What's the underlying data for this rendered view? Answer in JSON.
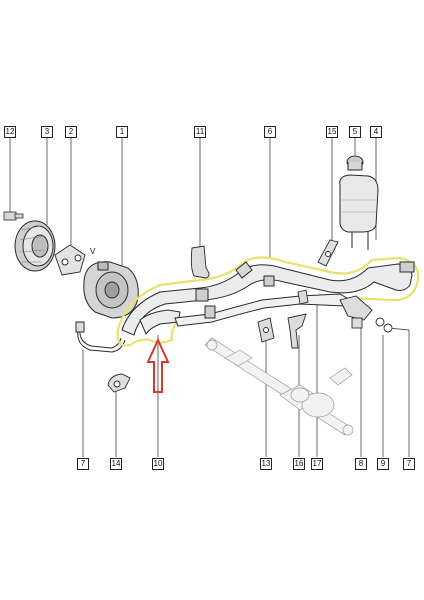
{
  "top_callouts": [
    {
      "id": "c12",
      "text": "12"
    },
    {
      "id": "c3",
      "text": "3"
    },
    {
      "id": "c2",
      "text": "2"
    },
    {
      "id": "c1",
      "text": "1"
    },
    {
      "id": "c11",
      "text": "11"
    },
    {
      "id": "c6",
      "text": "6"
    },
    {
      "id": "c15",
      "text": "15"
    },
    {
      "id": "c5",
      "text": "5"
    },
    {
      "id": "c4",
      "text": "4"
    }
  ],
  "bottom_callouts": [
    {
      "id": "b7a",
      "text": "7"
    },
    {
      "id": "b14",
      "text": "14"
    },
    {
      "id": "b10",
      "text": "10"
    },
    {
      "id": "b13",
      "text": "13"
    },
    {
      "id": "b16",
      "text": "16"
    },
    {
      "id": "b17",
      "text": "17"
    },
    {
      "id": "b8",
      "text": "8"
    },
    {
      "id": "b9",
      "text": "9"
    },
    {
      "id": "b7b",
      "text": "7"
    }
  ],
  "marker_v": "V",
  "colors": {
    "line": "#2a2a2a",
    "hose_highlight": "#e8e36a",
    "arrow": "#d63a2e",
    "part_fill": "#d9d9d9",
    "part_dark": "#8a8a8a"
  }
}
